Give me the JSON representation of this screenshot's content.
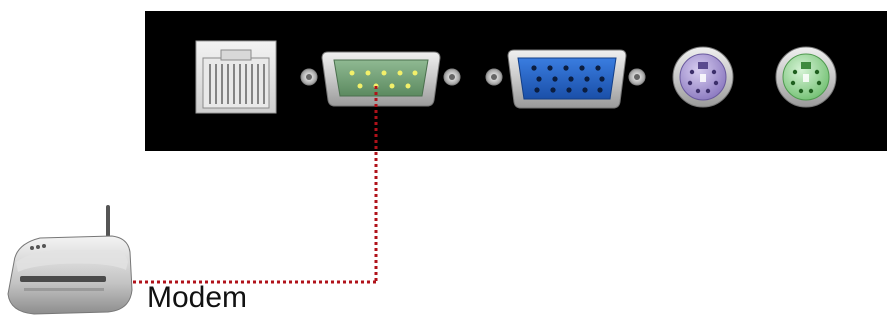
{
  "modem": {
    "label": "Modem",
    "icon": "modem-icon"
  },
  "panel": {
    "ports": [
      {
        "name": "rj45-port",
        "icon": "ethernet-port-icon"
      },
      {
        "name": "serial-port",
        "icon": "db9-serial-port-icon"
      },
      {
        "name": "vga-port",
        "icon": "vga-port-icon"
      },
      {
        "name": "ps2-port-purple",
        "icon": "ps2-port-icon"
      },
      {
        "name": "ps2-port-green",
        "icon": "ps2-port-icon"
      }
    ]
  },
  "colors": {
    "panel": "#000000",
    "serial": "#6f9a72",
    "vga": "#1f5fc8",
    "ps2_keyboard": "#9b8cc8",
    "ps2_mouse": "#8fd08f",
    "cable": "#b0121a"
  }
}
